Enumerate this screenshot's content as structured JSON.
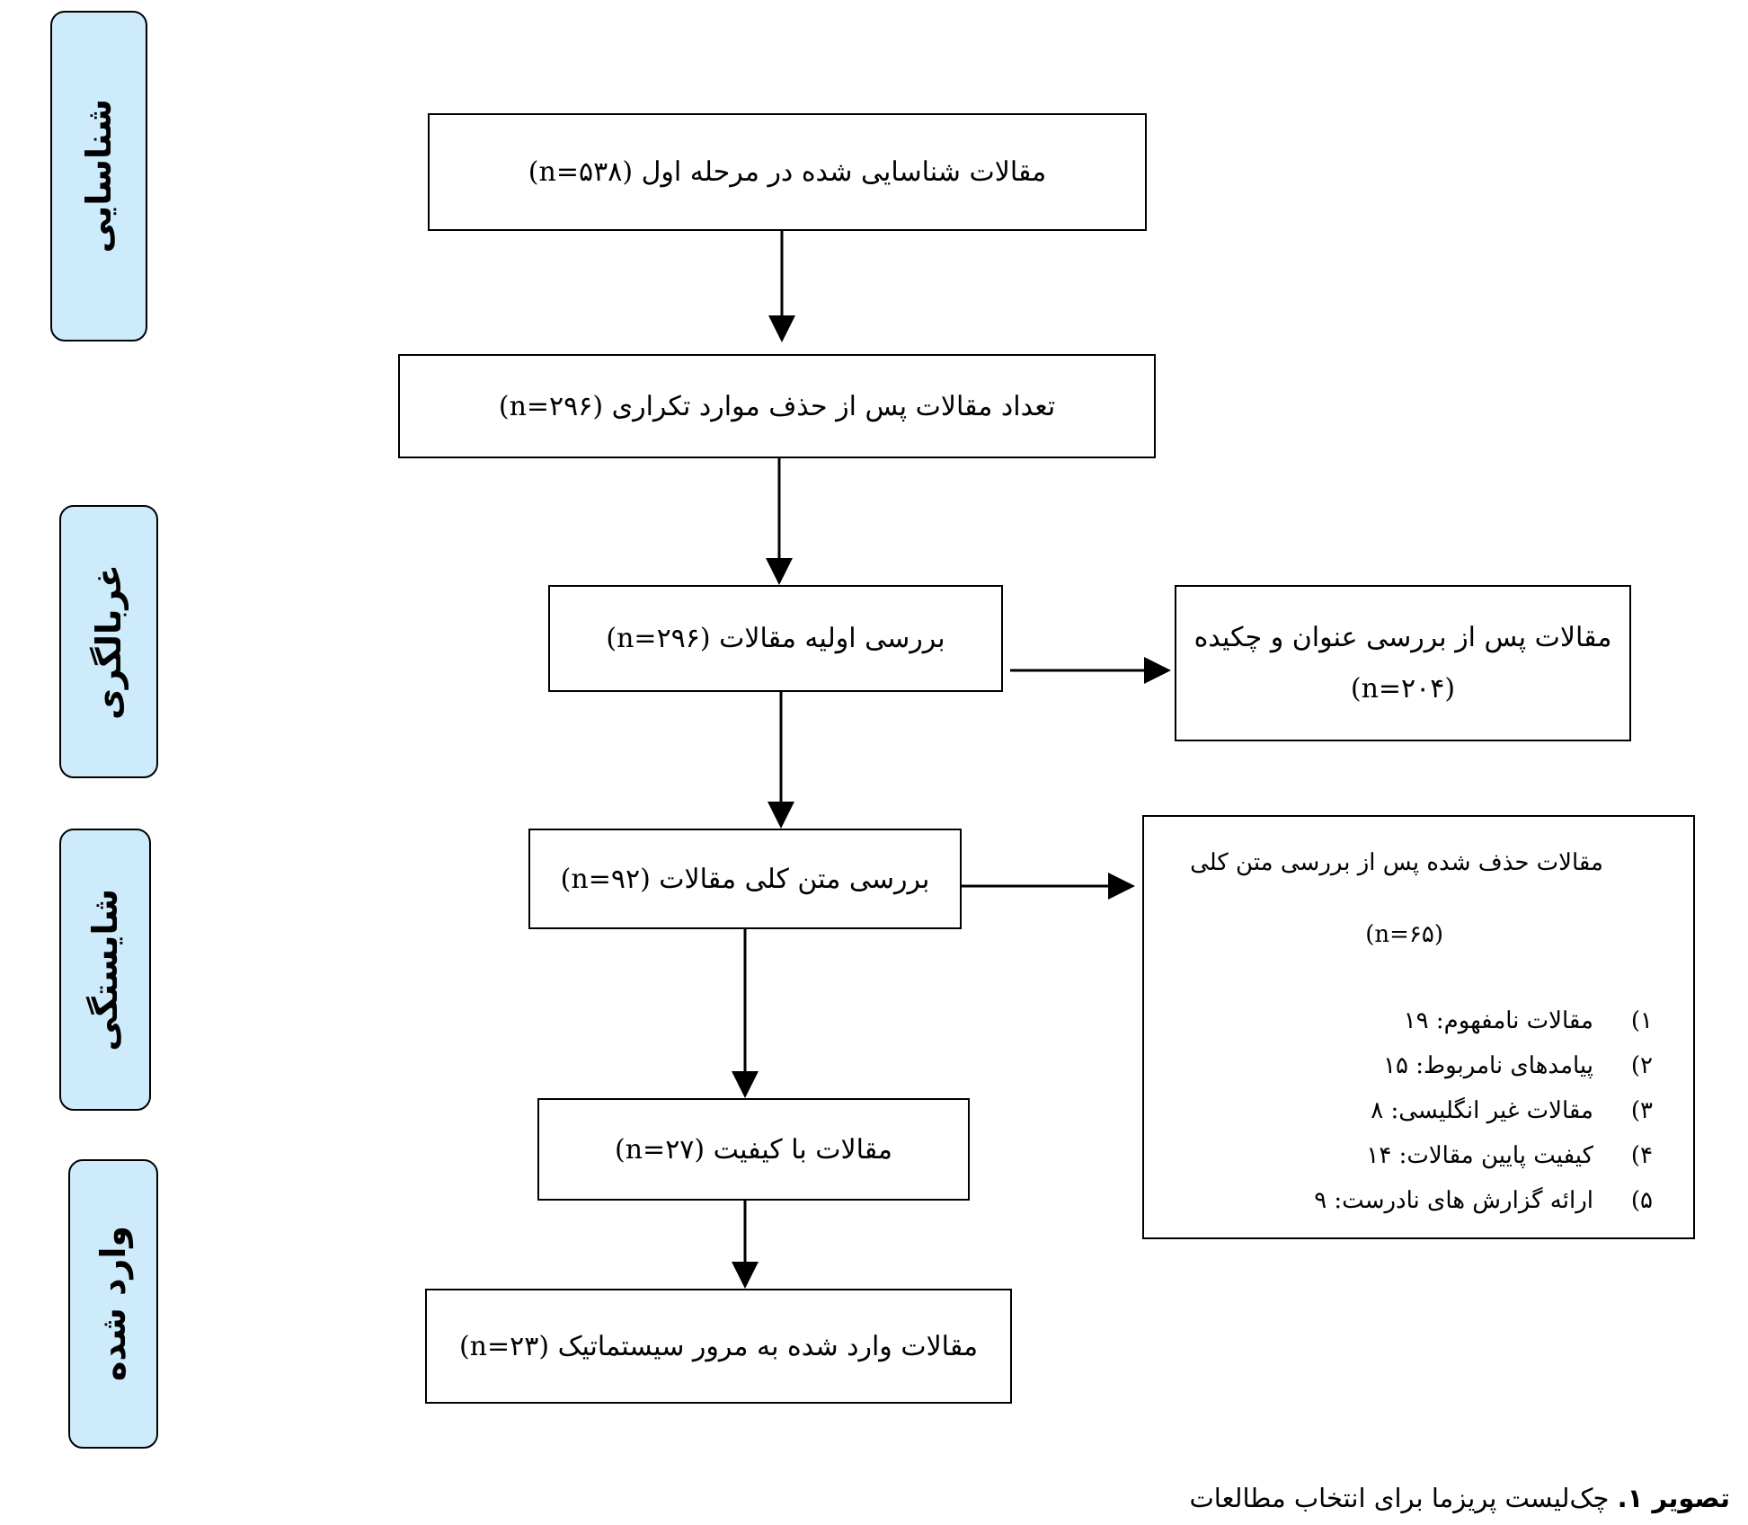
{
  "stages": {
    "identification": "شناسایی",
    "screening": "غربالگری",
    "eligibility": "شایستگی",
    "included": "وارد شده"
  },
  "boxes": {
    "identified": "مقالات شناسایی شده در مرحله اول (n=۵۳۸)",
    "after_duplicates": "تعداد مقالات پس از حذف موارد تکراری (n=۲۹۶)",
    "initial_review": "بررسی اولیه مقالات (n=۲۹۶)",
    "excluded_title_abstract_line1": "مقالات پس از بررسی عنوان و چکیده",
    "excluded_title_abstract_line2": "(n=۲۰۴)",
    "full_text_review": "بررسی متن کلی مقالات (n=۹۲)",
    "quality": "مقالات با کیفیت (n=۲۷)",
    "included": "مقالات وارد شده به مرور سیستماتیک (n=۲۳)"
  },
  "excluded_full_text": {
    "header": "مقالات حذف شده پس از بررسی متن کلی",
    "n": "(n=۶۵)",
    "items": [
      {
        "num": "۱)",
        "text": "مقالات نامفهوم: ۱۹"
      },
      {
        "num": "۲)",
        "text": "پیامدهای نامربوط: ۱۵"
      },
      {
        "num": "۳)",
        "text": "مقالات غیر انگلیسی: ۸"
      },
      {
        "num": "۴)",
        "text": "کیفیت پایین مقالات: ۱۴"
      },
      {
        "num": "۵)",
        "text": "ارائه گزارش های نادرست: ۹"
      }
    ]
  },
  "caption": {
    "label": "تصویر ۱.",
    "text": "چک‌لیست پریزما برای انتخاب مطالعات"
  }
}
